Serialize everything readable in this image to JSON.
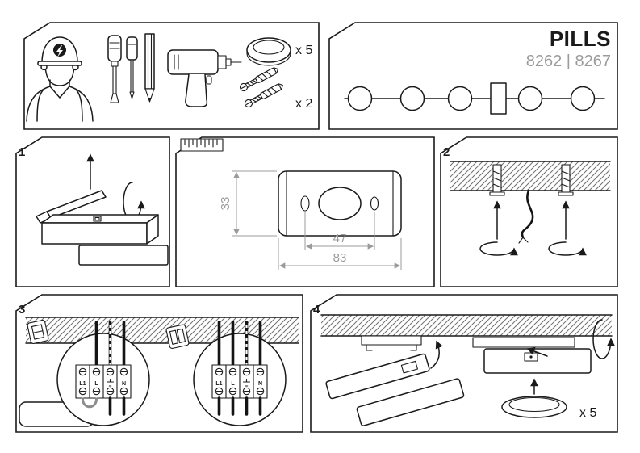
{
  "colors": {
    "ink": "#1a1a1a",
    "muted": "#9b9b9b",
    "hatch_line": "#6f6f6f"
  },
  "header": {
    "title": "PILLS",
    "models": "8262 | 8267"
  },
  "parts": {
    "pills_qty": "x 5",
    "anchors_qty": "x 2"
  },
  "steps": {
    "one": "1",
    "two": "2",
    "three": "3",
    "four": "4"
  },
  "dimensions": {
    "plate_height_mm": "33",
    "hole_spacing_mm": "47",
    "plate_width_mm": "83"
  },
  "wiring": {
    "terminal_l1": "L1",
    "terminal_l": "L",
    "terminal_n": "N"
  },
  "step4": {
    "pills_qty": "x 5"
  }
}
